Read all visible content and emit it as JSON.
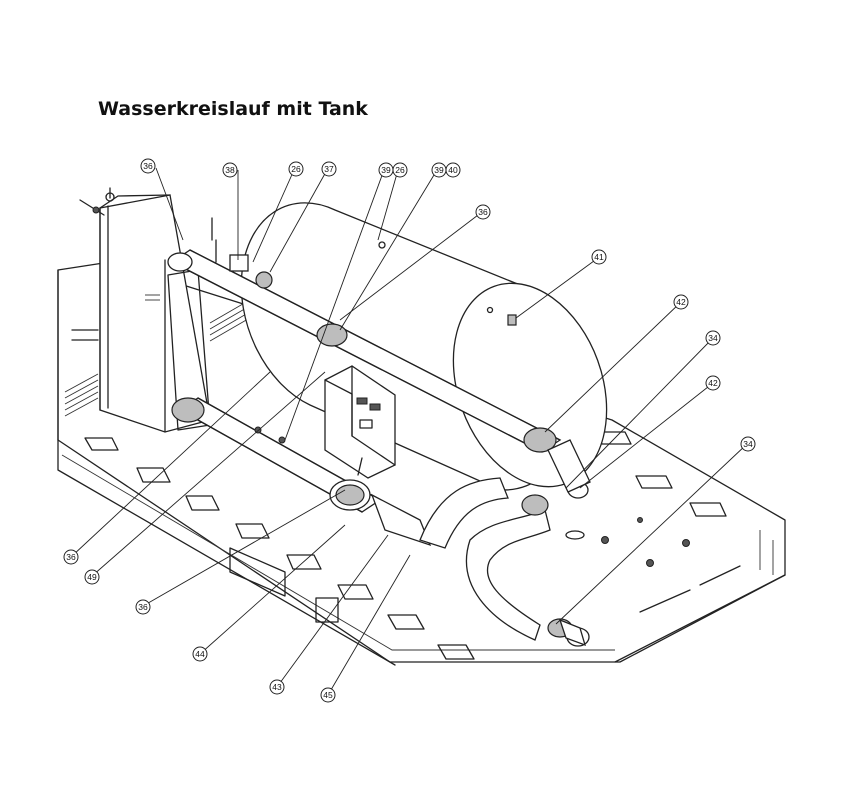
{
  "title": "Wasserkreislauf mit Tank",
  "callouts": [
    {
      "id": "c1",
      "label": "36"
    },
    {
      "id": "c2",
      "label": "38"
    },
    {
      "id": "c3",
      "label": "26"
    },
    {
      "id": "c4",
      "label": "37"
    },
    {
      "id": "c5",
      "label": "39"
    },
    {
      "id": "c6",
      "label": "26"
    },
    {
      "id": "c7",
      "label": "39"
    },
    {
      "id": "c8",
      "label": "40"
    },
    {
      "id": "c9",
      "label": "36"
    },
    {
      "id": "c10",
      "label": "41"
    },
    {
      "id": "c11",
      "label": "42"
    },
    {
      "id": "c12",
      "label": "34"
    },
    {
      "id": "c13",
      "label": "42"
    },
    {
      "id": "c14",
      "label": "34"
    },
    {
      "id": "c15",
      "label": "36"
    },
    {
      "id": "c16",
      "label": "49"
    },
    {
      "id": "c17",
      "label": "36"
    },
    {
      "id": "c18",
      "label": "44"
    },
    {
      "id": "c19",
      "label": "43"
    },
    {
      "id": "c20",
      "label": "45"
    }
  ]
}
